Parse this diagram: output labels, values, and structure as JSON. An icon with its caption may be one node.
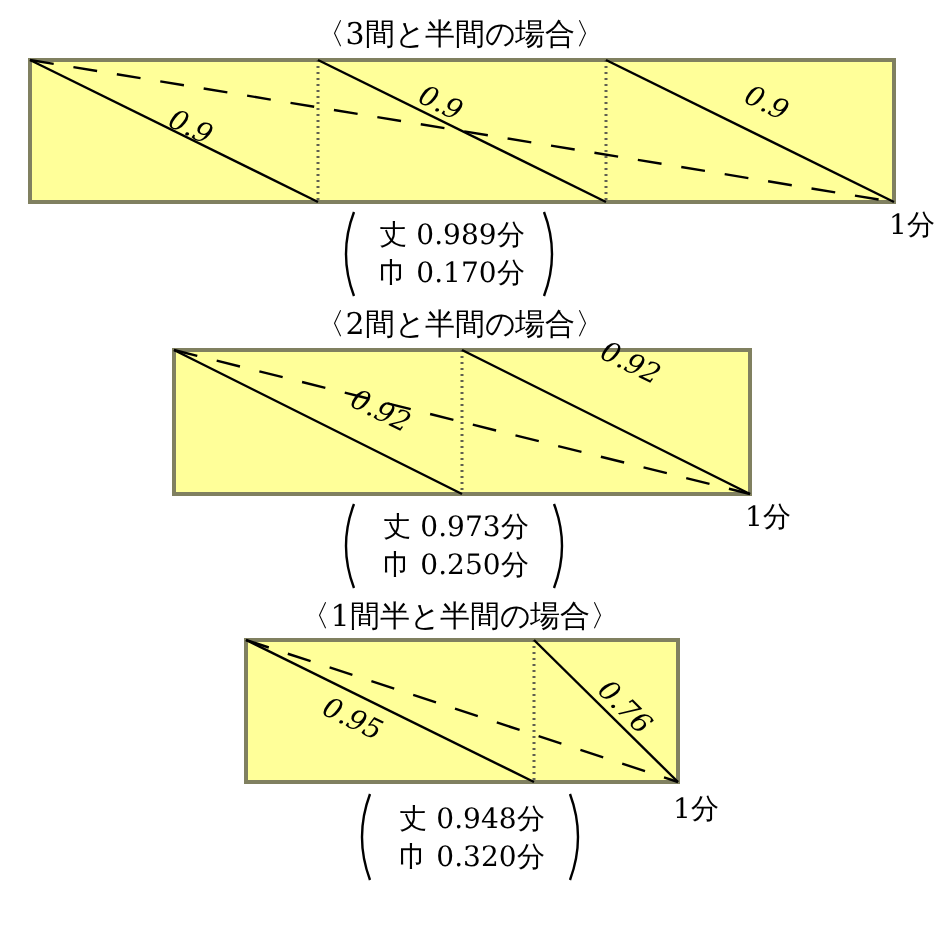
{
  "diagram": {
    "labels": [
      "〈3間と半間の場合〉",
      "0.9",
      "0.9",
      "0.9",
      "1分",
      "丈 0.989分",
      "巾 0.170分",
      "〈2間と半間の場合〉",
      "0.92",
      "0.92",
      "1分",
      "丈 0.973分",
      "巾 0.250分",
      "〈1間半と半間の場合〉",
      "0.95",
      "0.76",
      "1分",
      "丈 0.948分",
      "巾 0.320分"
    ]
  }
}
